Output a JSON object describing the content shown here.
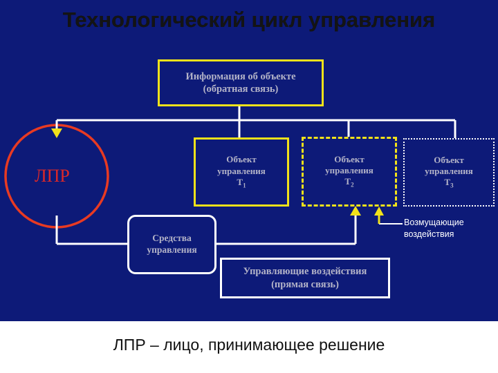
{
  "title": "Технологический цикл управления",
  "info_box": {
    "line1": "Информация об объекте",
    "line2": "(обратная связь)"
  },
  "objects": [
    {
      "line1": "Объект",
      "line2": "управления",
      "label": "T",
      "sub": "1"
    },
    {
      "line1": "Объект",
      "line2": "управления",
      "label": "T",
      "sub": "2"
    },
    {
      "line1": "Объект",
      "line2": "управления",
      "label": "T",
      "sub": "3"
    }
  ],
  "lpr": "ЛПР",
  "tools_box": {
    "line1": "Средства",
    "line2": "управления"
  },
  "control_box": {
    "line1": "Управляющие воздействия",
    "line2": "(прямая связь)"
  },
  "disturbances": {
    "line1": "Возмущающие",
    "line2": "воздействия"
  },
  "footer": "ЛПР – лицо, принимающее решение",
  "colors": {
    "background": "#0d1a78",
    "yellow": "#f2e21a",
    "white": "#ffffff",
    "red": "#e83a22",
    "text": "#b4b4c8"
  }
}
